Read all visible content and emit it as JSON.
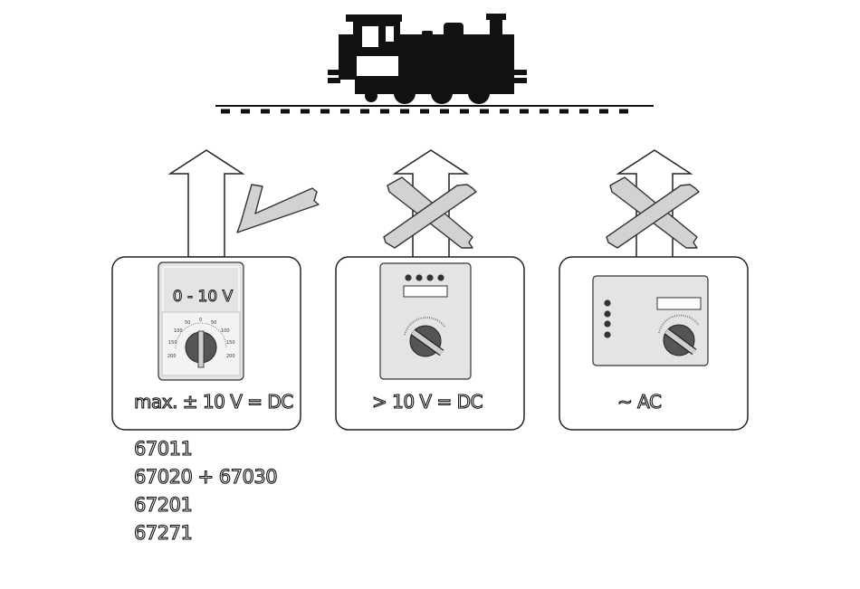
{
  "panels": [
    {
      "label": "max. ± 10 V = DC",
      "status": "allowed",
      "device_label": "0 - 10 V",
      "dial_scale": [
        "200",
        "150",
        "100",
        "50",
        "0",
        "50",
        "100",
        "150",
        "200"
      ]
    },
    {
      "label": "> 10 V = DC",
      "status": "not-allowed"
    },
    {
      "label": "~ AC",
      "status": "not-allowed"
    }
  ],
  "part_numbers": [
    "67011",
    "67020 + 67030",
    "67201",
    "67271"
  ],
  "icons": {
    "locomotive": "locomotive-icon",
    "track": "track-icon",
    "allowed": "checkmark-icon",
    "not_allowed": "cross-icon"
  },
  "colors": {
    "line": "#222222",
    "device_fill": "#e4e4e4",
    "mark_fill": "#d2d2d2",
    "locomotive": "#111111"
  }
}
